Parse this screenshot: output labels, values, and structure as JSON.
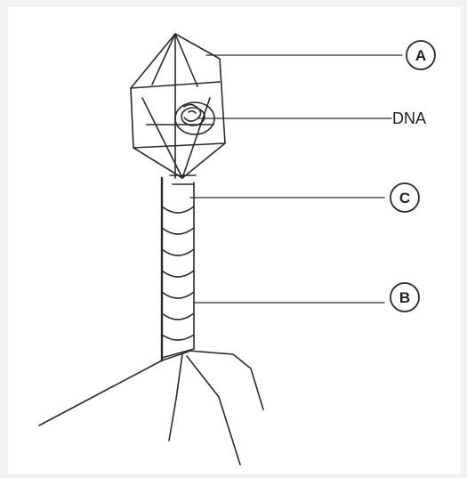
{
  "labels": {
    "a": "A",
    "dna": "DNA",
    "c": "C",
    "b": "B"
  },
  "colors": {
    "stroke": "#2a2a2a",
    "background": "#ffffff",
    "border": "#f2f2f2"
  }
}
